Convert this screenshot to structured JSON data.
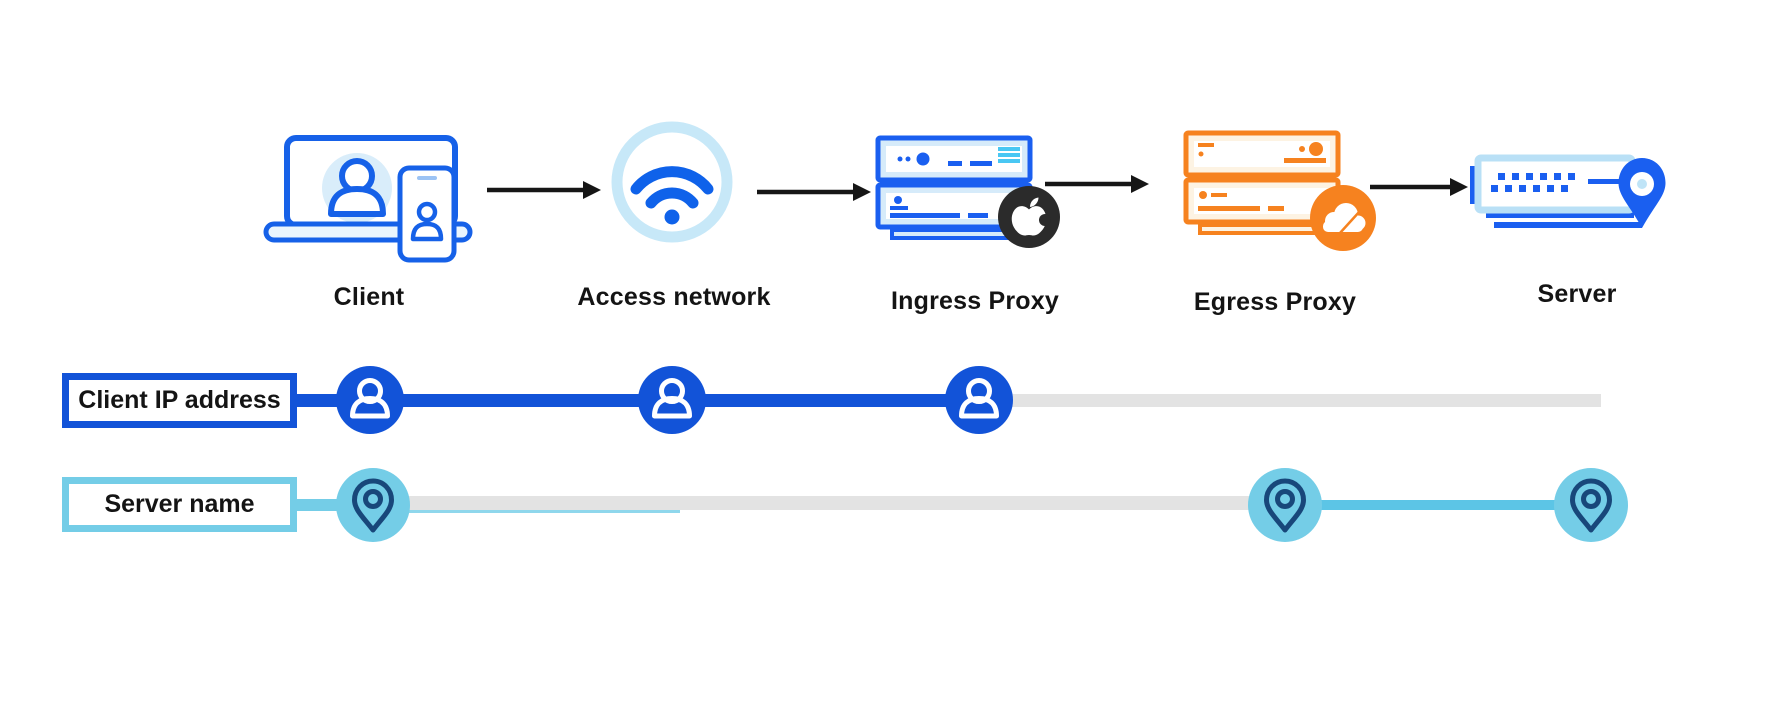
{
  "diagram_name": "traffic-flow-diagram",
  "stages": [
    {
      "label": "Client",
      "icon": "client-devices-icon"
    },
    {
      "label": "Access network",
      "icon": "wifi-icon"
    },
    {
      "label": "Ingress Proxy",
      "icon": "server-stack-icon",
      "badge": "apple-logo-icon"
    },
    {
      "label": "Egress Proxy",
      "icon": "server-stack-icon",
      "badge": "cloudflare-logo-icon"
    },
    {
      "label": "Server",
      "icon": "rack-server-icon",
      "badge": "location-pin-icon"
    }
  ],
  "tracks": [
    {
      "label": "Client IP address",
      "marker_icon": "user-icon",
      "accent_color": "#1253d8",
      "inactive_color": "#e3e3e3",
      "visible_at": [
        "Client",
        "Access network",
        "Ingress Proxy"
      ]
    },
    {
      "label": "Server name",
      "marker_icon": "location-pin-icon",
      "accent_color": "#74cde7",
      "inactive_color": "#e3e3e3",
      "visible_at": [
        "Client",
        "Egress Proxy",
        "Server"
      ]
    }
  ],
  "colors": {
    "icon_blue": "#1661e8",
    "server_blue": "#1a5ff0",
    "pale_blue_fill": "#d9edfa",
    "wifi_ring": "#c7e8f8",
    "orange": "#f6821f",
    "pale_orange_fill": "#fdf3e3",
    "apple_badge_bg": "#2b2b2b",
    "track_blue": "#1253d8",
    "track_cyan": "#74cde7",
    "track_gray": "#e3e3e3",
    "pin_navy": "#18477a",
    "arrow_black": "#161616"
  }
}
